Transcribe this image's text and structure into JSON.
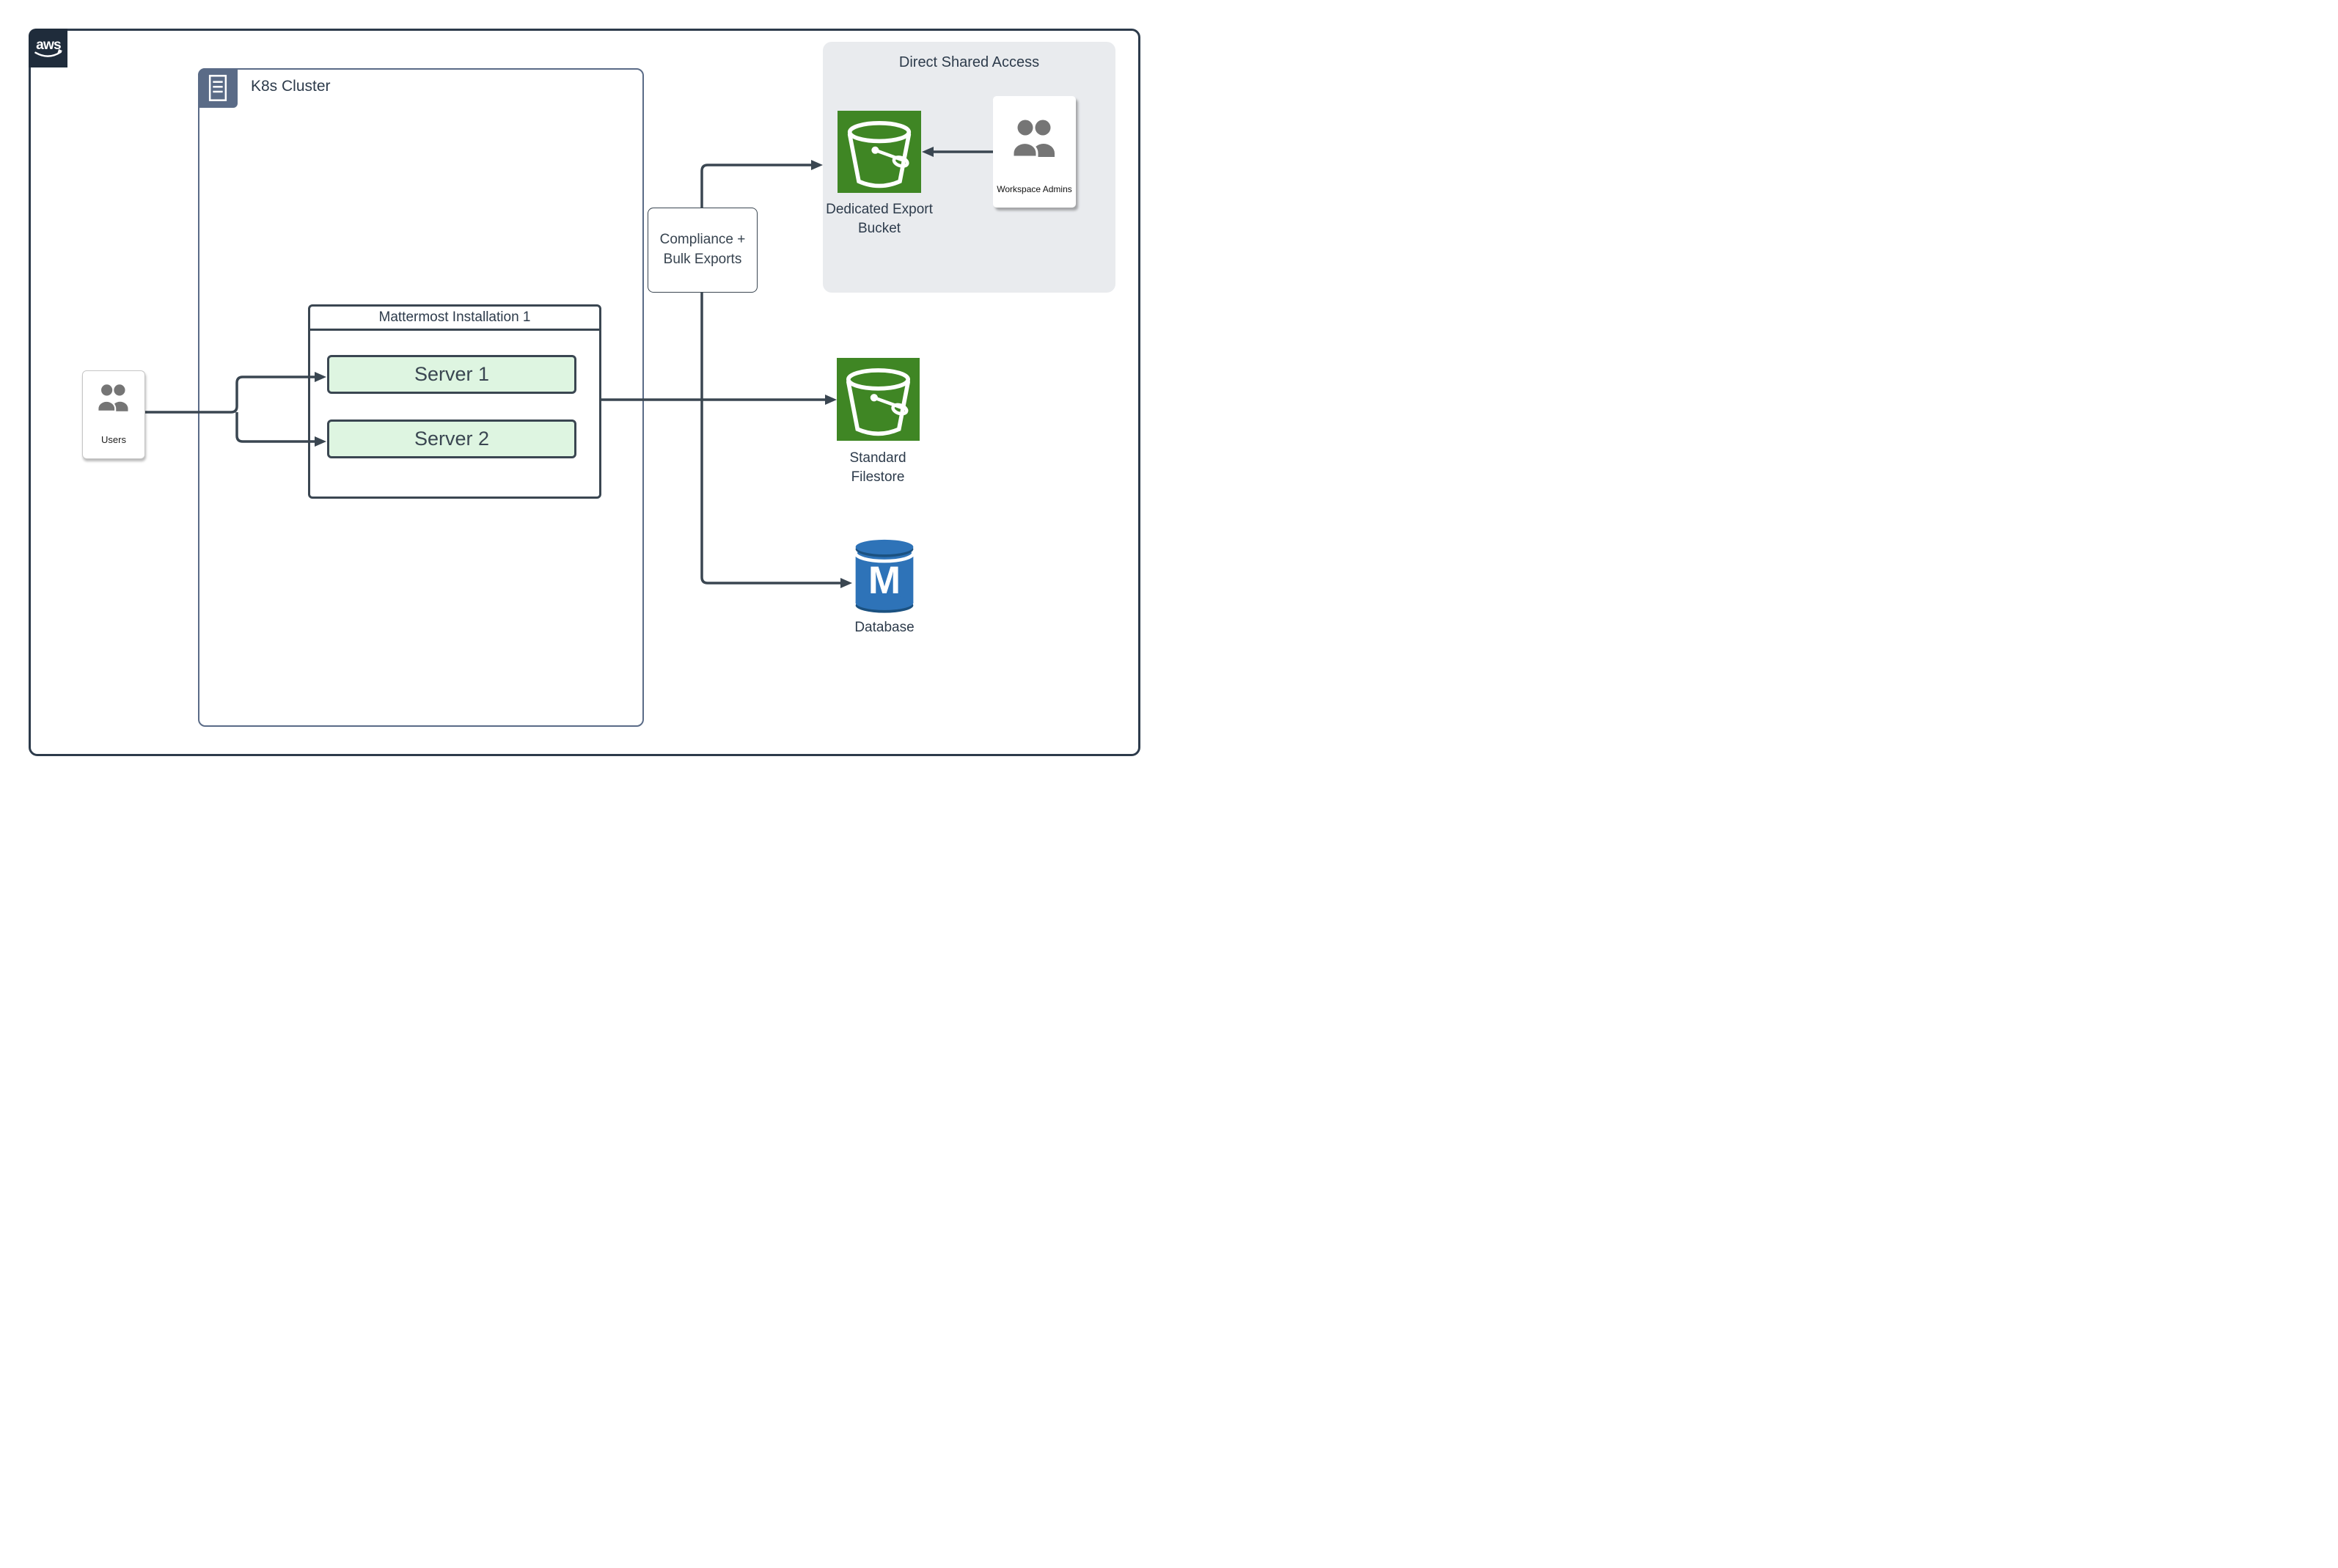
{
  "aws": {
    "logo_text": "aws"
  },
  "k8s_cluster": {
    "label": "K8s Cluster"
  },
  "users": {
    "label": "Users"
  },
  "mattermost": {
    "title": "Mattermost Installation 1",
    "servers": [
      {
        "label": "Server 1"
      },
      {
        "label": "Server 2"
      }
    ]
  },
  "compliance": {
    "line1": "Compliance +",
    "line2": "Bulk Exports"
  },
  "direct_shared_access": {
    "title": "Direct Shared Access",
    "bucket_line1": "Dedicated Export",
    "bucket_line2": "Bucket",
    "admins_label": "Workspace Admins"
  },
  "standard_filestore": {
    "line1": "Standard",
    "line2": "Filestore"
  },
  "database": {
    "label": "Database",
    "monogram": "M"
  },
  "colors": {
    "outer_border": "#2d3b4b",
    "aws_badge_bg": "#1f2c3b",
    "cluster_border": "#5a6b87",
    "connector": "#3a4651",
    "server_fill": "#def5e1",
    "bucket_green": "#3f8624",
    "region_bg": "#e9ebee",
    "database_blue": "#2e73b8",
    "database_blue_dark": "#1b5180",
    "icon_gray": "#757575",
    "label_text": "#2d3b4b"
  }
}
